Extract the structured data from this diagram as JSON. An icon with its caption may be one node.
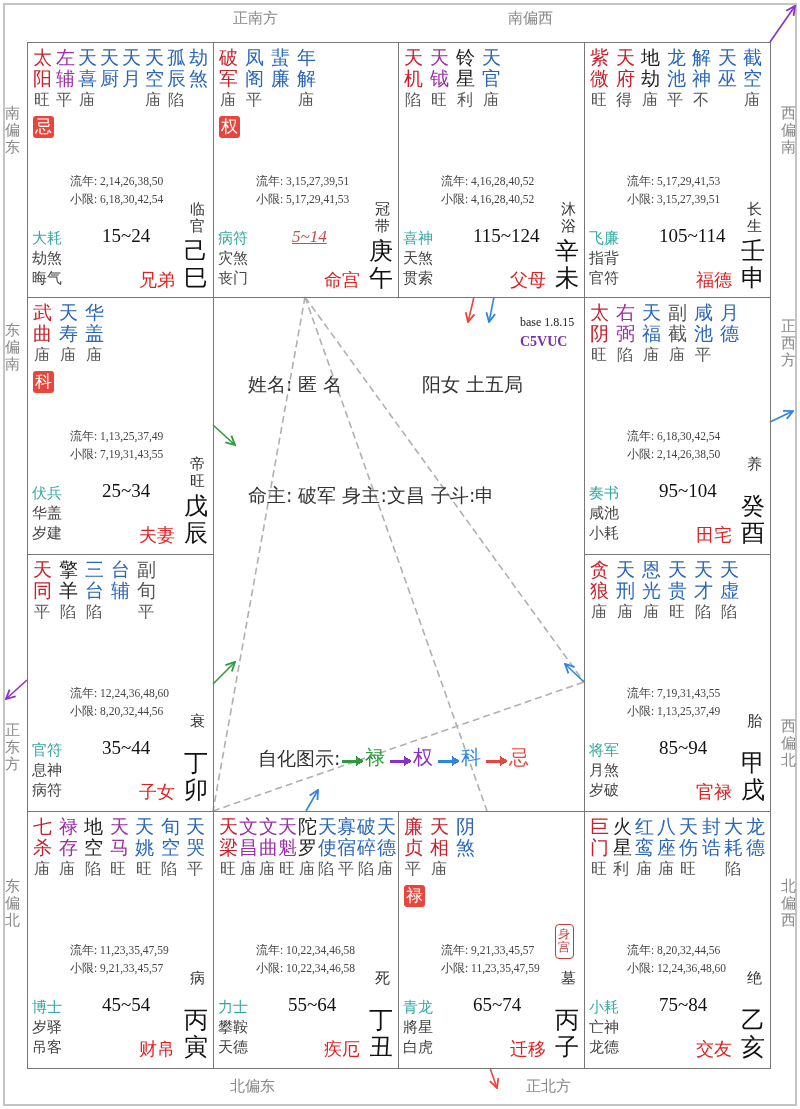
{
  "diagram": {
    "nodes": [
      {
        "text": [
          "太阳",
          "左辅",
          "天喜",
          "天厨",
          "天月",
          "天空",
          "孤辰",
          "劫煞",
          "旺",
          "平",
          "庙",
          "庙",
          "陷",
          "忌",
          "流年: 2,14,26,38,50",
          "小限: 6,18,30,42,54",
          "大耗",
          "劫煞",
          "晦气",
          "15~24",
          "临官",
          "兄弟",
          "己巳"
        ]
      },
      {
        "text": [
          "破军",
          "凤阁",
          "蜚廉",
          "年解",
          "庙",
          "平",
          "庙",
          "权",
          "流年: 3,15,27,39,51",
          "小限: 5,17,29,41,53",
          "病符",
          "灾煞",
          "丧门",
          "5~14",
          "冠带",
          "命宫",
          "庚午"
        ]
      },
      {
        "text": [
          "天机",
          "天钺",
          "铃星",
          "天官",
          "陷",
          "旺",
          "利",
          "庙",
          "流年: 4,16,28,40,52",
          "小限: 4,16,28,40,52",
          "喜神",
          "天煞",
          "贯索",
          "115~124",
          "沐浴",
          "父母",
          "辛未"
        ]
      },
      {
        "text": [
          "紫微",
          "天府",
          "地劫",
          "龙池",
          "解神",
          "天巫",
          "截空",
          "旺",
          "得",
          "庙",
          "平",
          "不",
          "庙",
          "流年: 5,17,29,41,53",
          "小限: 3,15,27,39,51",
          "飞廉",
          "指背",
          "官符",
          "105~114",
          "长生",
          "福德",
          "壬申"
        ]
      },
      {
        "text": [
          "武曲",
          "天寿",
          "华盖",
          "庙",
          "庙",
          "庙",
          "科",
          "流年: 1,13,25,37,49",
          "小限: 7,19,31,43,55",
          "伏兵",
          "华盖",
          "岁建",
          "25~34",
          "帝旺",
          "夫妻",
          "戊辰"
        ]
      },
      {
        "text": [
          "太阴",
          "右弼",
          "天福",
          "副截",
          "咸池",
          "月德",
          "旺",
          "陷",
          "庙",
          "庙",
          "平",
          "流年: 6,18,30,42,54",
          "小限: 2,14,26,38,50",
          "奏书",
          "咸池",
          "小耗",
          "95~104",
          "养",
          "田宅",
          "癸酉"
        ]
      },
      {
        "text": [
          "天同",
          "擎羊",
          "三台",
          "台辅",
          "副旬",
          "平",
          "陷",
          "陷",
          "平",
          "流年: 12,24,36,48,60",
          "小限: 8,20,32,44,56",
          "官符",
          "息神",
          "病符",
          "35~44",
          "衰",
          "子女",
          "丁卯"
        ]
      },
      {
        "text": [
          "贪狼",
          "天刑",
          "恩光",
          "天贵",
          "天才",
          "天虚",
          "庙",
          "庙",
          "庙",
          "旺",
          "陷",
          "陷",
          "流年: 7,19,31,43,55",
          "小限: 1,13,25,37,49",
          "将军",
          "月煞",
          "岁破",
          "85~94",
          "胎",
          "官禄",
          "甲戌"
        ]
      },
      {
        "text": [
          "七杀",
          "禄存",
          "地空",
          "天马",
          "天姚",
          "旬空",
          "天哭",
          "庙",
          "庙",
          "陷",
          "旺",
          "旺",
          "陷",
          "平",
          "流年: 11,23,35,47,59",
          "小限: 9,21,33,45,57",
          "博士",
          "岁驿",
          "吊客",
          "45~54",
          "病",
          "财帛",
          "丙寅"
        ]
      },
      {
        "text": [
          "天梁",
          "文昌",
          "文曲",
          "天魁",
          "陀罗",
          "天使",
          "寡宿",
          "破碎",
          "天德",
          "旺",
          "庙",
          "庙",
          "旺",
          "庙",
          "陷",
          "平",
          "陷",
          "庙",
          "流年: 10,22,34,46,58",
          "小限: 10,22,34,46,58",
          "力士",
          "攀鞍",
          "天德",
          "55~64",
          "死",
          "疾厄",
          "丁丑"
        ]
      },
      {
        "text": [
          "廉贞",
          "天相",
          "阴煞",
          "平",
          "庙",
          "禄",
          "身宫",
          "流年: 9,21,33,45,57",
          "小限: 11,23,35,47,59",
          "青龙",
          "將星",
          "白虎",
          "65~74",
          "墓",
          "迁移",
          "丙子"
        ]
      },
      {
        "text": [
          "巨门",
          "火星",
          "红鸾",
          "八座",
          "天伤",
          "封诰",
          "大耗",
          "龙德",
          "旺",
          "利",
          "庙",
          "庙",
          "旺",
          "陷",
          "流年: 8,20,32,44,56",
          "小限: 12,24,36,48,60",
          "小耗",
          "亡神",
          "龙德",
          "75~84",
          "绝",
          "交友",
          "乙亥"
        ]
      }
    ],
    "edges": [
      {
        "from": 1,
        "to": 8,
        "arrow": "none",
        "style": "dashed",
        "color": "#b0b0b0"
      },
      {
        "from": 1,
        "to": 10,
        "arrow": "none",
        "style": "dashed",
        "color": "#b0b0b0"
      },
      {
        "from": 1,
        "to": 7,
        "arrow": "none",
        "style": "dashed",
        "color": "#b0b0b0"
      },
      {
        "from": 8,
        "to": 7,
        "arrow": "none",
        "style": "dashed",
        "color": "#b0b0b0"
      },
      {
        "from": 2,
        "to": null,
        "arrow": "to",
        "color": "#e8453c"
      },
      {
        "from": 2,
        "to": null,
        "arrow": "to",
        "color": "#2f86e0"
      },
      {
        "from": 3,
        "to": null,
        "arrow": "to",
        "color": "#8b2fc9"
      },
      {
        "from": 4,
        "to": null,
        "arrow": "to",
        "color": "#2e9a3e"
      },
      {
        "from": 5,
        "to": null,
        "arrow": "to",
        "color": "#2f86e0"
      },
      {
        "from": 6,
        "to": null,
        "arrow": "to",
        "color": "#2e9a3e"
      },
      {
        "from": 6,
        "to": null,
        "arrow": "to",
        "color": "#8b2fc9"
      },
      {
        "from": 7,
        "to": null,
        "arrow": "to",
        "color": "#2f86e0"
      },
      {
        "from": 9,
        "to": null,
        "arrow": "to",
        "color": "#2f86e0"
      },
      {
        "from": 10,
        "to": null,
        "arrow": "to",
        "color": "#e8453c"
      }
    ],
    "labels": [
      "正南方",
      "南偏西",
      "南偏东",
      "西偏南",
      "东偏南",
      "正西方",
      "base 1.8.15",
      "C5VUC",
      "姓名: 匿 名",
      "阳女 土五局",
      "命主: 破军 身主:文昌 子斗:申",
      "正东方",
      "西偏北",
      "自化图示:",
      "东偏北",
      "北偏西",
      "北偏东",
      "正北方"
    ],
    "legend": [
      {
        "text": "禄",
        "color": "#2e9a3e"
      },
      {
        "text": "权",
        "color": "#8b2fc9"
      },
      {
        "text": "科",
        "color": "#2f86e0"
      },
      {
        "text": "忌",
        "color": "#e8453c"
      }
    ]
  }
}
